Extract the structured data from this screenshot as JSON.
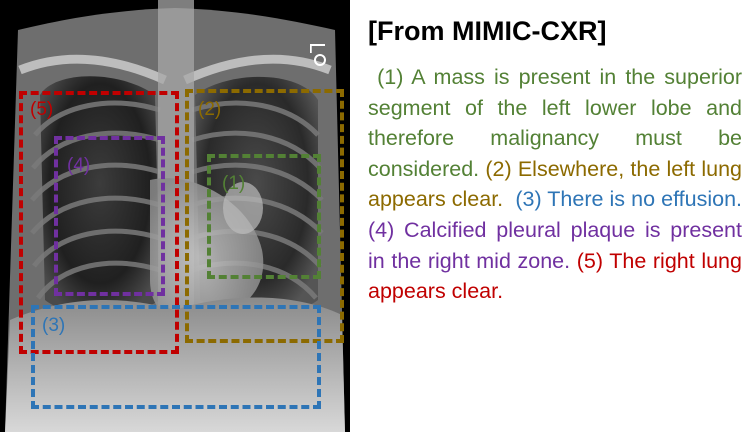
{
  "image": {
    "marker_text": "L"
  },
  "regions": [
    {
      "id": "5",
      "label": "(5)",
      "color": "#c00000"
    },
    {
      "id": "2",
      "label": "(2)",
      "color": "#8c6a00"
    },
    {
      "id": "4",
      "label": "(4)",
      "color": "#7030a0"
    },
    {
      "id": "1",
      "label": "(1)",
      "color": "#538135"
    },
    {
      "id": "3",
      "label": "(3)",
      "color": "#2e75b6"
    }
  ],
  "source_title": "[From MIMIC-CXR]",
  "findings": [
    {
      "id": "1",
      "text": "(1) A mass is present in the superior segment of the left lower lobe and therefore malignancy must be considered.",
      "color": "#538135"
    },
    {
      "id": "2",
      "text": "(2) Elsewhere, the left lung appears clear.",
      "color": "#8c6a00"
    },
    {
      "id": "3",
      "text": "(3) There is no effusion.",
      "color": "#2e75b6"
    },
    {
      "id": "4",
      "text": "(4) Calcified pleural plaque is present in the right mid zone.",
      "color": "#7030a0"
    },
    {
      "id": "5",
      "text": "(5) The right lung appears clear.",
      "color": "#c00000"
    }
  ]
}
